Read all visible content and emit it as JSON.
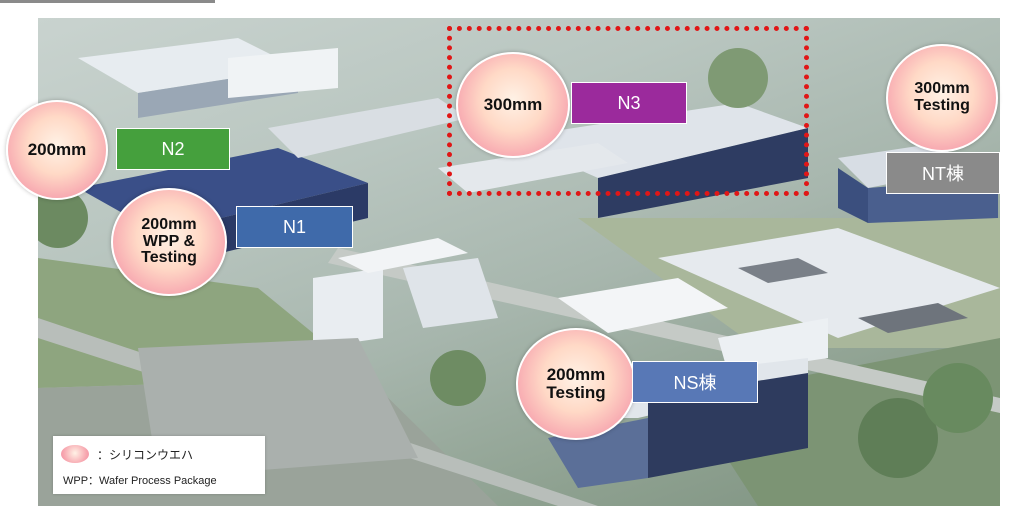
{
  "labels": {
    "n1": "N1",
    "n2": "N2",
    "n3": "N3",
    "nt": "NT棟",
    "ns": "NS棟"
  },
  "circles": {
    "c200": "200mm",
    "c200wpp": "200mm\nWPP &\nTesting",
    "c300": "300mm",
    "c300t": "300mm\nTesting",
    "c200t": "200mm\nTesting"
  },
  "legend": {
    "wafer": "：シリコンウエハ",
    "wpp": "WPP：Wafer Process Package"
  },
  "colors": {
    "n1": "#3f6aaa",
    "n2": "#45a03d",
    "n3": "#9b2a9c",
    "nt": "#8a8a8a",
    "ns": "#5878b6",
    "highlight": "#e01616"
  }
}
